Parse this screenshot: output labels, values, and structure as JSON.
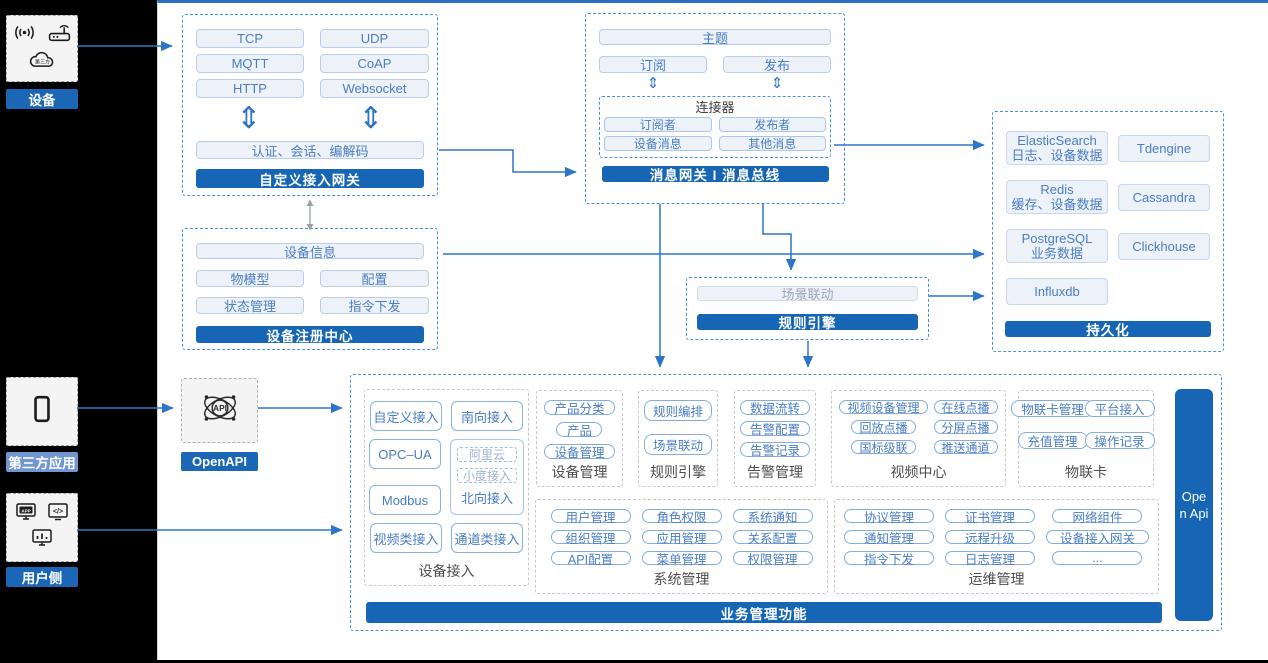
{
  "glyphs": {
    "double_arrow": "⇕"
  },
  "colors": {
    "accent": "#1766b5",
    "arrow": "#2e75c8"
  },
  "left_rail": {
    "device": {
      "label": "设备",
      "cloud_text": "第三方"
    },
    "third_party": {
      "label": "第三方应用"
    },
    "user_side": {
      "label": "用户侧",
      "app_icon_text": "APP",
      "code_icon_text": "</>"
    }
  },
  "openapi": {
    "label": "OpenAPI",
    "icon_text": "API"
  },
  "custom_gateway": {
    "protocols": [
      "TCP",
      "UDP",
      "MQTT",
      "CoAP",
      "HTTP",
      "Websocket"
    ],
    "session_label": "认证、会话、编解码",
    "title": "自定义接入网关"
  },
  "device_registry": {
    "device_info": "设备信息",
    "items": [
      "物模型",
      "配置",
      "状态管理",
      "指令下发"
    ],
    "title": "设备注册中心"
  },
  "message_gateway": {
    "topic": "主题",
    "subscribe": "订阅",
    "publish": "发布",
    "connector": {
      "title": "连接器",
      "items": [
        "订阅者",
        "发布者",
        "设备消息",
        "其他消息"
      ]
    },
    "title": "消息网关 I 消息总线"
  },
  "rule_engine_box": {
    "scene_linkage": "场景联动",
    "title": "规则引擎"
  },
  "persistence": {
    "stores": [
      {
        "name": "ElasticSearch",
        "sub": "日志、设备数据"
      },
      {
        "name": "Tdengine"
      },
      {
        "name": "Redis",
        "sub": "缓存、设备数据"
      },
      {
        "name": "Cassandra"
      },
      {
        "name": "PostgreSQL",
        "sub": "业务数据"
      },
      {
        "name": "Clickhouse"
      },
      {
        "name": "Influxdb"
      }
    ],
    "title": "持久化"
  },
  "business_platform": {
    "device_access": {
      "label": "设备接入",
      "pills": [
        "自定义接入",
        "南向接入",
        "OPC–UA",
        "Modbus",
        "视频类接入",
        "通道类接入"
      ],
      "north_group": {
        "items": [
          "阿里云",
          "小度接入"
        ],
        "label": "北向接入"
      }
    },
    "modules_top": [
      {
        "label": "设备管理",
        "items": [
          "产品分类",
          "产品",
          "设备管理"
        ]
      },
      {
        "label": "规则引擎",
        "items": [
          "规则编排",
          "场景联动"
        ]
      },
      {
        "label": "告警管理",
        "items": [
          "数据流转",
          "告警配置",
          "告警记录"
        ]
      },
      {
        "label": "视频中心",
        "items": [
          "视频设备管理",
          "在线点播",
          "回放点播",
          "分屏点播",
          "国标级联",
          "推送通道"
        ]
      },
      {
        "label": "物联卡",
        "items": [
          "物联卡管理",
          "平台接入",
          "充值管理",
          "操作记录"
        ]
      }
    ],
    "modules_bottom": [
      {
        "label": "系统管理",
        "items": [
          "用户管理",
          "角色权限",
          "系统通知",
          "组织管理",
          "应用管理",
          "关系配置",
          "API配置",
          "菜单管理",
          "权限管理"
        ]
      },
      {
        "label": "运维管理",
        "items": [
          "协议管理",
          "证书管理",
          "网络组件",
          "通知管理",
          "远程升级",
          "设备接入网关",
          "指令下发",
          "日志管理",
          "..."
        ]
      }
    ],
    "footer": "业务管理功能",
    "open_api": "Open Api"
  }
}
